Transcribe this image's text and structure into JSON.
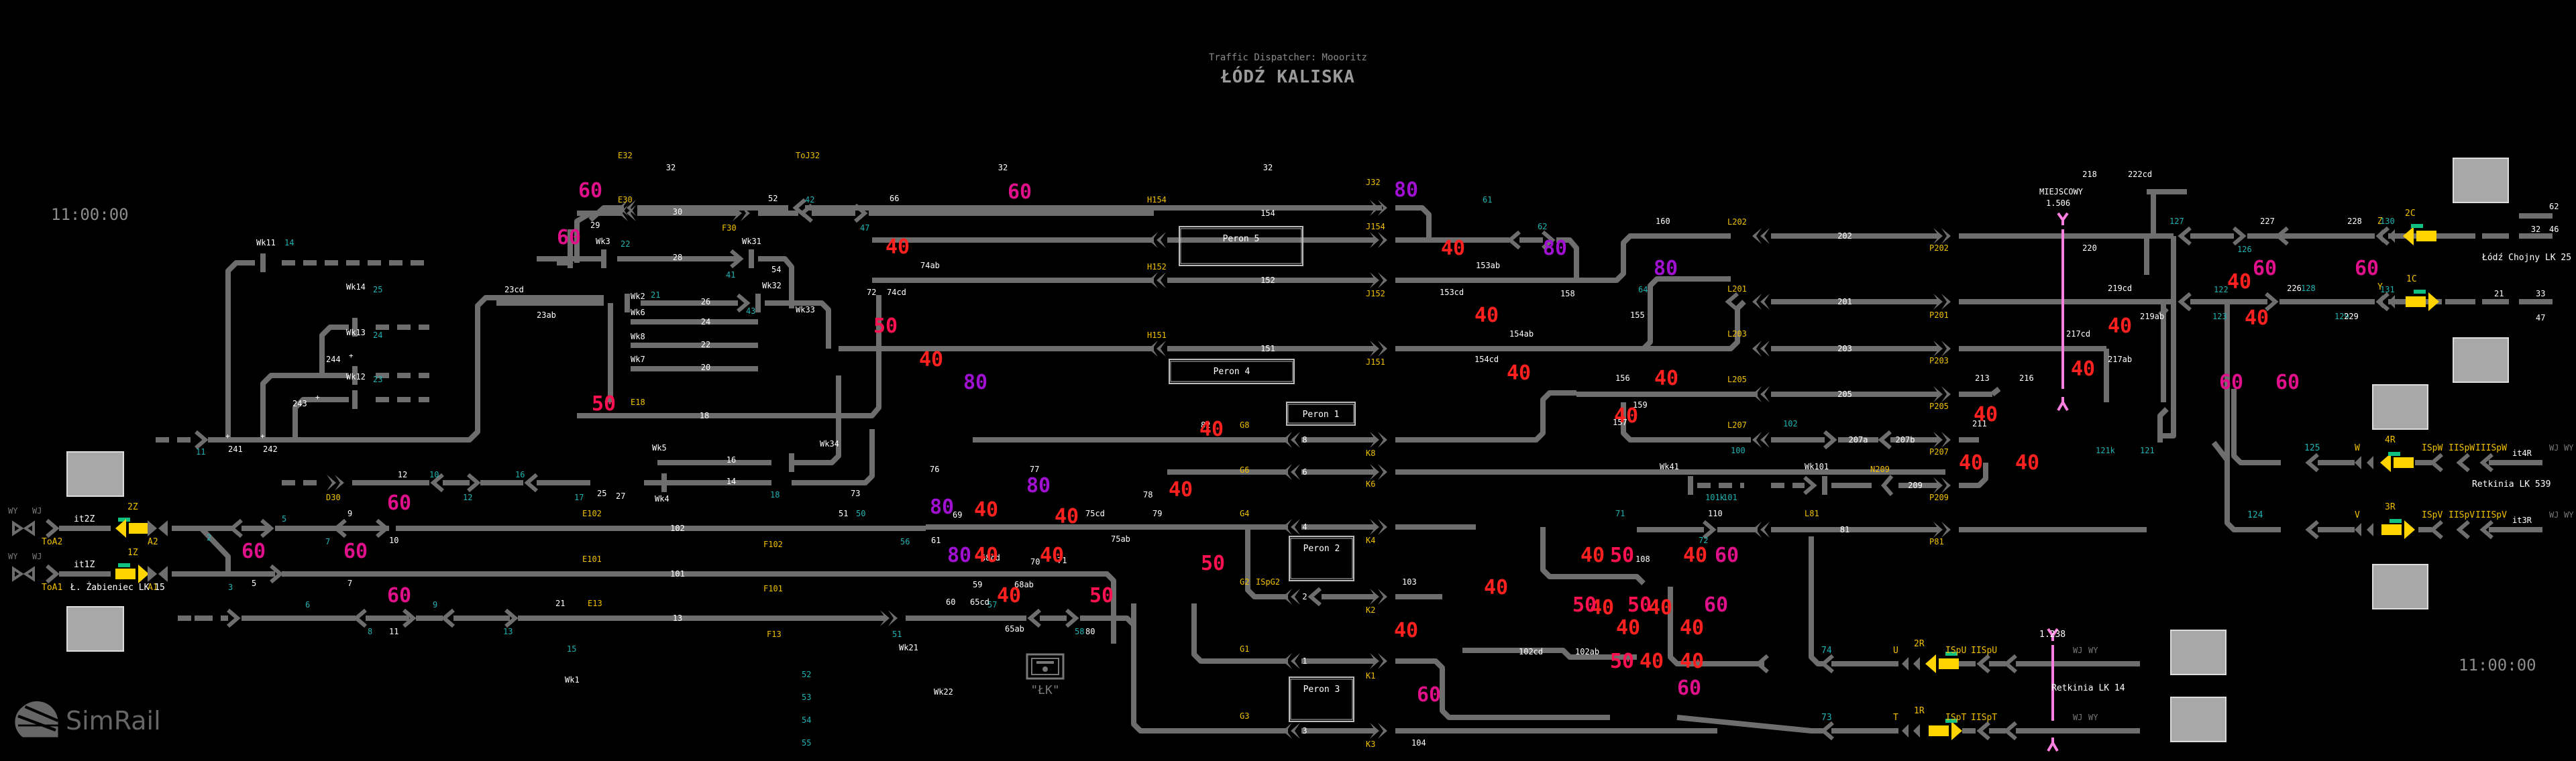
{
  "header": {
    "dispatcher": "Traffic Dispatcher: Moooritz",
    "station": "ŁÓDŹ KALISKA"
  },
  "clocks": {
    "left": "11:00:00",
    "right": "11:00:00"
  },
  "branding": {
    "logo_text": "SimRail"
  },
  "colors": {
    "background": "#000000",
    "track": "#6e6e6e",
    "label": "#ffffff",
    "signal_label": "#f0c000",
    "track_id": "#1fb3b3",
    "speed_red": "#ff2020",
    "speed_pink": "#e0108a",
    "speed_purple": "#a010d0",
    "speed_rose": "#ff1050",
    "train_arrow": "#ffd400",
    "green_indicator": "#10c080",
    "border_marker": "#ff80e0",
    "block": "#a8a8a8"
  },
  "destinations": [
    {
      "label": "Ł. Żabieniec LK 15"
    },
    {
      "label": "Łódź Chojny LK 25"
    },
    {
      "label": "Retkinia LK 539"
    },
    {
      "label": "Retkinia LK 14"
    }
  ],
  "boundary_markers": [
    {
      "label": "MIEJSCOWY",
      "km": "1.506"
    },
    {
      "label": "",
      "km": "1.238"
    }
  ],
  "station_icon": {
    "label": "\"ŁK\""
  },
  "platforms": [
    {
      "label": "Peron 5"
    },
    {
      "label": "Peron 4"
    },
    {
      "label": "Peron 1"
    },
    {
      "label": "Peron 2"
    },
    {
      "label": "Peron 3"
    }
  ],
  "entry_points": [
    {
      "wy": "WY",
      "wj": "WJ",
      "track": "it2Z",
      "block": "ToA2",
      "signal": "A2",
      "route": "2Z",
      "direction": "left"
    },
    {
      "wy": "WY",
      "wj": "WJ",
      "track": "it1Z",
      "block": "ToA1",
      "signal": "A1",
      "route": "1Z",
      "direction": "right"
    },
    {
      "signal": "Z",
      "route": "2C",
      "direction": "left",
      "tracks": [
        "32",
        "46",
        "62"
      ]
    },
    {
      "signal": "Y",
      "route": "1C",
      "direction": "right",
      "tracks": [
        "21",
        "33",
        "47"
      ]
    },
    {
      "signal": "W",
      "route": "4R",
      "direction": "left",
      "blocks": [
        "ISpW",
        "IISpW",
        "IIISpW"
      ],
      "track": "it4R",
      "wj": "WJ",
      "wy": "WY"
    },
    {
      "signal": "V",
      "route": "3R",
      "direction": "right",
      "blocks": [
        "ISpV",
        "IISpV",
        "IIISpV"
      ],
      "track": "it3R",
      "wj": "WJ",
      "wy": "WY"
    },
    {
      "signal": "U",
      "route": "2R",
      "direction": "left",
      "blocks": [
        "ISpU",
        "IISpU"
      ],
      "wj": "WJ",
      "wy": "WY"
    },
    {
      "signal": "T",
      "route": "1R",
      "direction": "right",
      "blocks": [
        "ISpT",
        "IISpT"
      ],
      "wj": "WJ",
      "wy": "WY"
    }
  ],
  "signals": [
    "E32",
    "ToJ32",
    "J32",
    "E30",
    "F30",
    "H154",
    "J154",
    "H152",
    "J152",
    "H151",
    "J151",
    "E18",
    "E102",
    "F102",
    "E101",
    "F101",
    "E13",
    "F13",
    "D30",
    "G8",
    "K8",
    "G6",
    "K6",
    "G4",
    "K4",
    "G2",
    "ISpG2",
    "K2",
    "G1",
    "K1",
    "G3",
    "K3",
    "L202",
    "P202",
    "L201",
    "P201",
    "L203",
    "P203",
    "L205",
    "P205",
    "L207",
    "P207",
    "N209",
    "P209",
    "L81",
    "P81"
  ],
  "shunt_signals": [
    "Wk11",
    "Wk14",
    "Wk13",
    "Wk12",
    "Wk3",
    "Wk2",
    "Wk6",
    "Wk8",
    "Wk7",
    "Wk31",
    "Wk32",
    "Wk33",
    "Wk5",
    "Wk4",
    "Wk34",
    "Wk1",
    "Wk21",
    "Wk22",
    "Wk41",
    "Wk101"
  ],
  "track_sections": [
    "32",
    "30",
    "28",
    "26",
    "24",
    "22",
    "20",
    "18",
    "16",
    "14",
    "154",
    "152",
    "151",
    "8",
    "6",
    "4",
    "2",
    "1",
    "3",
    "102",
    "101",
    "13",
    "12",
    "202",
    "201",
    "203",
    "205",
    "207a",
    "207b",
    "209",
    "81",
    "228",
    "227",
    "226",
    "229",
    "220",
    "218",
    "222cd"
  ],
  "track_ids": [
    "11",
    "14",
    "25",
    "24",
    "23",
    "22",
    "21",
    "41",
    "42",
    "43",
    "47",
    "61",
    "62",
    "64",
    "18",
    "10",
    "12",
    "16",
    "17",
    "2",
    "3",
    "5",
    "6",
    "7",
    "8",
    "9",
    "13",
    "15",
    "50",
    "51",
    "52",
    "53",
    "54",
    "55",
    "56",
    "57",
    "58",
    "71",
    "72",
    "73",
    "74",
    "100",
    "101",
    "101k",
    "102",
    "121",
    "121k",
    "122",
    "123",
    "124",
    "125",
    "126",
    "127",
    "128",
    "129",
    "130",
    "131"
  ],
  "switch_numbers": [
    "241",
    "242",
    "243",
    "244",
    "23cd",
    "23ab",
    "26",
    "29",
    "52",
    "66",
    "74cd",
    "74ab",
    "81",
    "151",
    "152",
    "153ab",
    "153cd",
    "154ab",
    "154cd",
    "155",
    "156",
    "157",
    "158",
    "159",
    "160",
    "3",
    "4",
    "5",
    "6",
    "7",
    "8",
    "9",
    "10",
    "11",
    "12",
    "21",
    "22",
    "25",
    "27",
    "51",
    "54",
    "59",
    "60",
    "61",
    "65ab",
    "65cd",
    "68ab",
    "68cd",
    "69",
    "70",
    "71",
    "72",
    "73",
    "75ab",
    "75cd",
    "76",
    "77",
    "78",
    "79",
    "80",
    "82",
    "101",
    "102ab",
    "102cd",
    "103",
    "104",
    "108",
    "110",
    "201",
    "202",
    "211",
    "213",
    "216",
    "217ab",
    "217cd",
    "219ab",
    "219cd",
    "220",
    "226",
    "227",
    "228",
    "229"
  ],
  "speed_indicators": [
    {
      "value": "60",
      "color": "pink"
    },
    {
      "value": "80",
      "color": "purple"
    },
    {
      "value": "40",
      "color": "red"
    },
    {
      "value": "50",
      "color": "rose"
    }
  ]
}
